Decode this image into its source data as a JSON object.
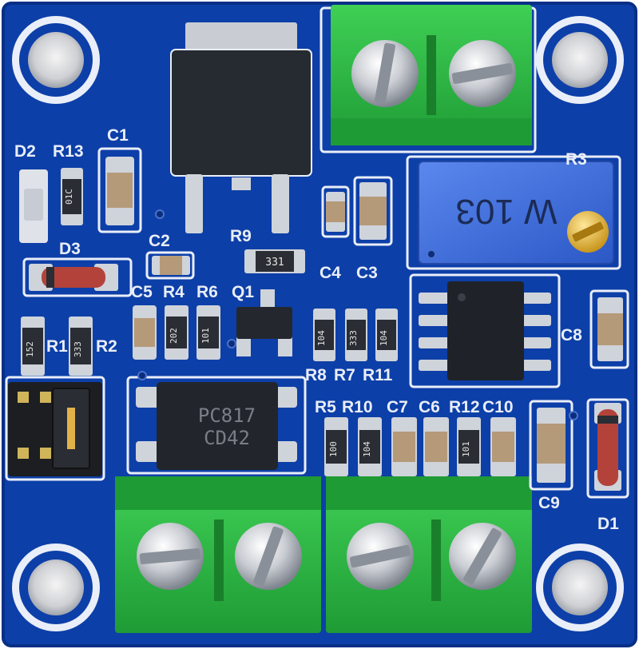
{
  "board": {
    "colors": {
      "pcb": "#0d3fa8",
      "pcb_dark": "#082f86",
      "silk": "#e9eef8",
      "terminal": "#36c14a",
      "terminal_dark": "#1f9b35",
      "pot": "#3a6fe0",
      "pad": "#cfd3da"
    },
    "labels": {
      "d2": "D2",
      "r13": "R13",
      "c1": "C1",
      "d3": "D3",
      "c2": "C2",
      "r9": "R9",
      "r3": "R3",
      "c4": "C4",
      "c3": "C3",
      "c5": "C5",
      "r4": "R4",
      "r6": "R6",
      "q1": "Q1",
      "r1": "R1",
      "r2": "R2",
      "r8": "R8",
      "r7": "R7",
      "r11": "R11",
      "c8": "C8",
      "r5": "R5",
      "r10": "R10",
      "c7": "C7",
      "c6": "C6",
      "r12": "R12",
      "c10": "C10",
      "c9": "C9",
      "d1": "D1"
    },
    "markings": {
      "regulator": "",
      "optocoupler_line1": "PC817",
      "optocoupler_line2": "CD42",
      "pot": "W 103",
      "r9_code": "331",
      "r13_code": "01C",
      "r1_code": "152",
      "r2_code": "333",
      "r4_code": "202",
      "r6_code": "101",
      "r8_code": "104",
      "r7_code": "333",
      "r11_code": "104",
      "r5_code": "100",
      "r10_code": "104",
      "r12_code": "101"
    }
  }
}
